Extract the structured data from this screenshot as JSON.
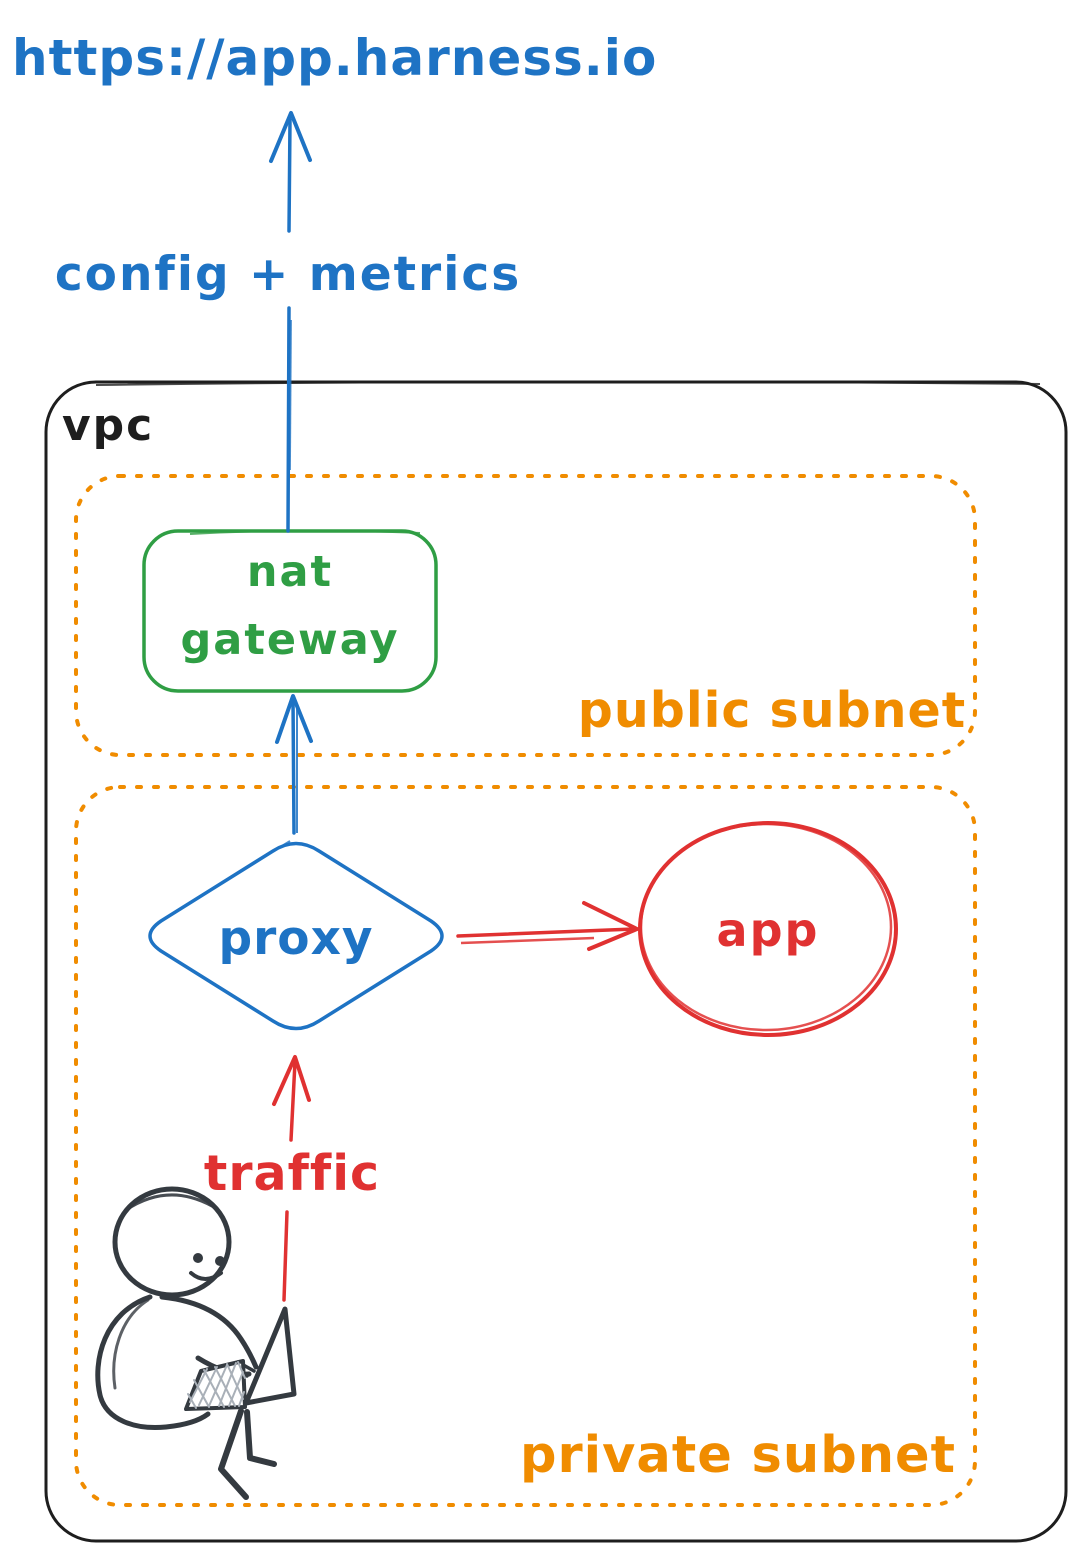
{
  "colors": {
    "blue": "#1e73c4",
    "green": "#2f9e44",
    "orange": "#f08c00",
    "red": "#e03131",
    "ink": "#1e1e1e",
    "person": "#343a40"
  },
  "external": {
    "url_label": "https://app.harness.io"
  },
  "arrows": {
    "config_metrics": {
      "label": "config + metrics"
    },
    "traffic": {
      "label": "traffic"
    }
  },
  "vpc": {
    "label": "vpc",
    "public_subnet": {
      "label": "public subnet",
      "nat_gateway": {
        "line1": "nat",
        "line2": "gateway"
      }
    },
    "private_subnet": {
      "label": "private subnet",
      "proxy": {
        "label": "proxy"
      },
      "app": {
        "label": "app"
      },
      "person_icon": "person-with-laptop-icon"
    }
  }
}
